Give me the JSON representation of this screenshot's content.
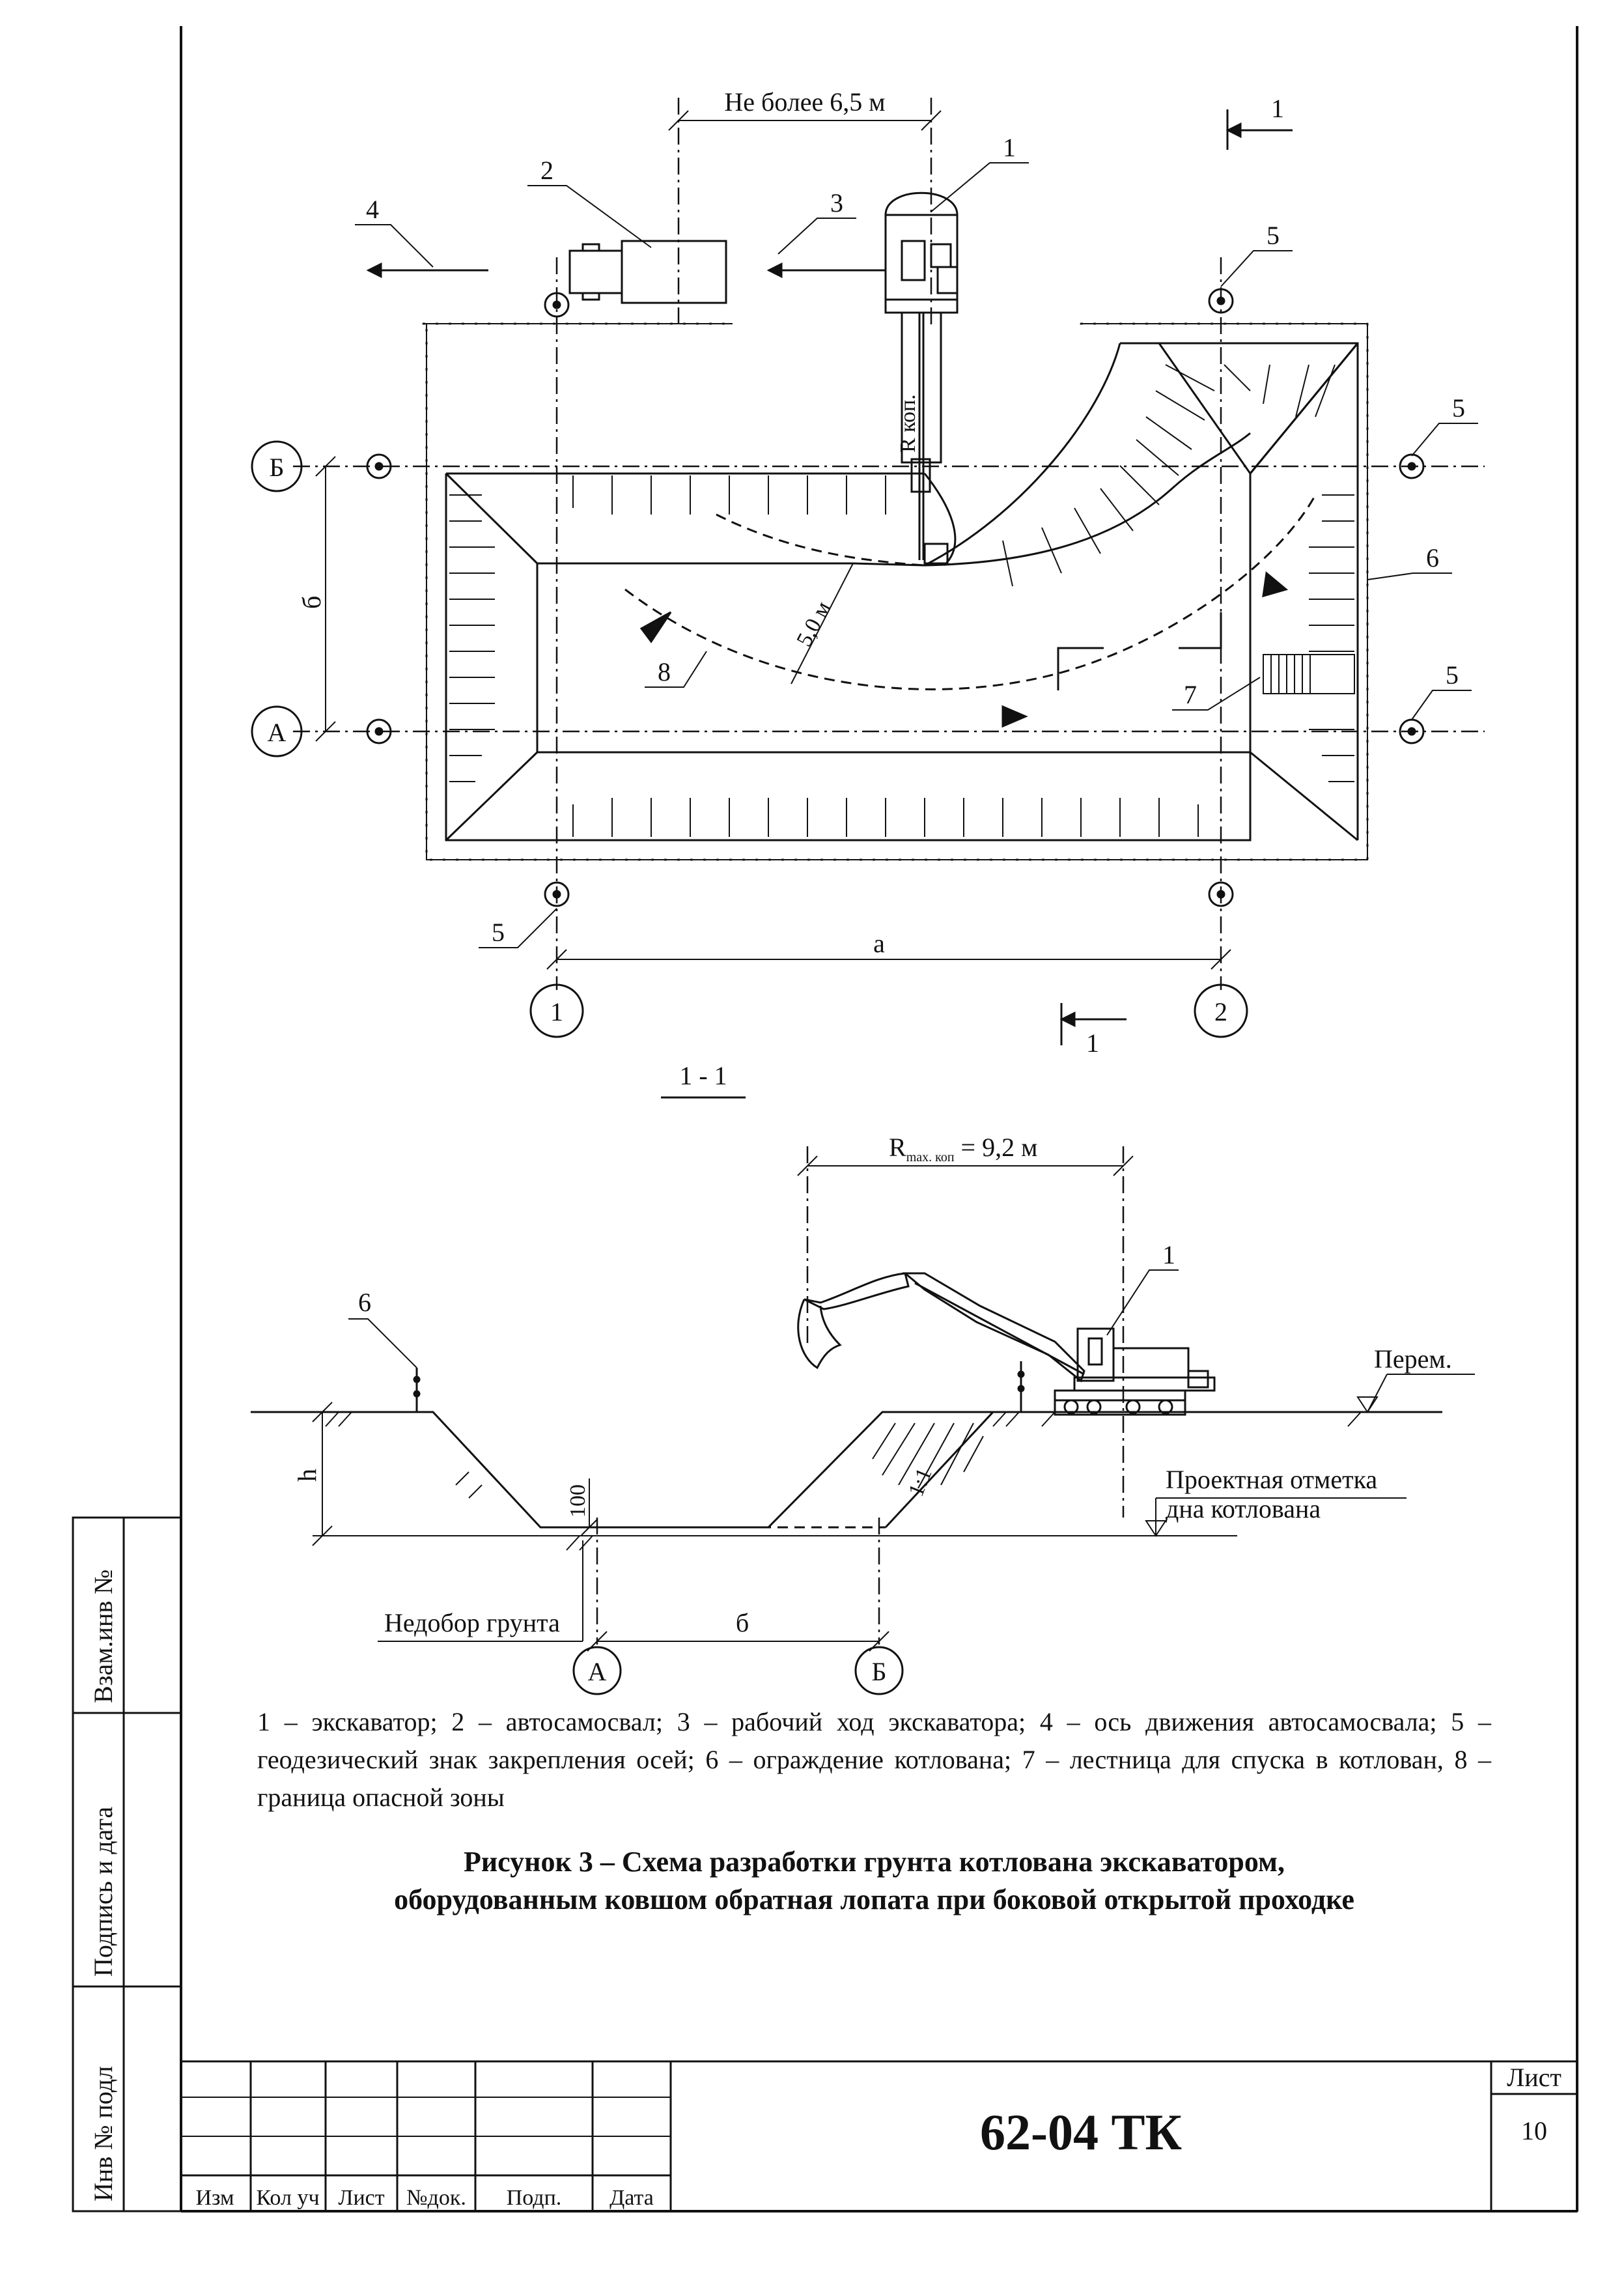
{
  "plan": {
    "distance_label": "Не более 6,5 м",
    "radius_label": "R коп.",
    "danger_radius_label": "5,0 м",
    "dimension_a": "а",
    "dimension_b": "б",
    "axis_A": "А",
    "axis_B": "Б",
    "axis_1": "1",
    "axis_2": "2",
    "section_mark": "1",
    "callouts": [
      "1",
      "2",
      "3",
      "4",
      "5",
      "6",
      "7",
      "8"
    ]
  },
  "section": {
    "title": "1 - 1",
    "rmax_label": "R",
    "rmax_sub": "max. коп",
    "rmax_value": "= 9,2 м",
    "h_label": "h",
    "slope_label": "1:1",
    "shortfall_value": "100",
    "natural_level": "Перем.",
    "design_level_line1": "Проектная отметка",
    "design_level_line2": "дна котлована",
    "shortfall_label": "Недобор грунта",
    "dimension_b": "б",
    "axis_A": "А",
    "axis_B": "Б",
    "callout_1": "1",
    "callout_6": "6"
  },
  "legend": "1 – экскаватор; 2 – автосамосвал; 3 – рабочий ход экскаватора; 4 – ось движения автосамосвала; 5 – геодезический знак закрепления осей; 6 – ограждение котлована; 7 – лестница для спуска в котлован, 8 – граница опасной зоны",
  "caption": {
    "line1": "Рисунок 3 – Схема разработки грунта котлована экскаватором,",
    "line2": "оборудованным ковшом обратная лопата при боковой открытой проходке"
  },
  "title_block": {
    "code": "62-04 ТК",
    "sheet_label": "Лист",
    "sheet_number": "10",
    "columns": [
      "Изм",
      "Кол уч",
      "Лист",
      "№док.",
      "Подп.",
      "Дата"
    ]
  },
  "side_stamp": {
    "field1": "Взам.инв №",
    "field2": "Подпись и дата",
    "field3": "Инв № подл"
  }
}
